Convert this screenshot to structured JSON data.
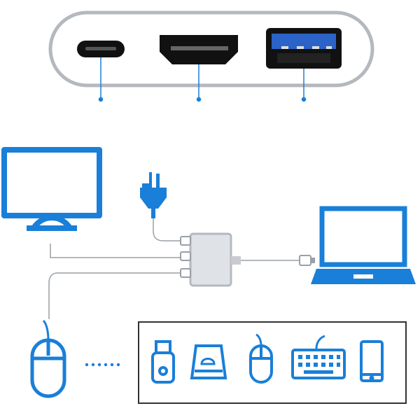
{
  "colors": {
    "accent_blue": "#1a7fd8",
    "hub_body": "#dfe3e8",
    "hub_outline": "#b4b9bf",
    "cable": "#9aa0a6",
    "port_black": "#111111",
    "usb_blue": "#2b63c8",
    "frame": "#333333"
  },
  "ports": [
    {
      "name": "usb-c-port",
      "icon": "usb-c-port-icon"
    },
    {
      "name": "hdmi-port",
      "icon": "hdmi-port-icon"
    },
    {
      "name": "usb-a-port",
      "icon": "usb-a-port-icon"
    }
  ],
  "connected_devices": [
    {
      "name": "monitor",
      "icon": "monitor-icon"
    },
    {
      "name": "power-plug",
      "icon": "power-plug-icon"
    },
    {
      "name": "laptop",
      "icon": "laptop-icon"
    },
    {
      "name": "mouse",
      "icon": "mouse-icon"
    }
  ],
  "usb_peripherals": [
    {
      "name": "usb-flash-drive",
      "icon": "usb-flash-drive-icon"
    },
    {
      "name": "external-hard-drive",
      "icon": "hard-drive-icon"
    },
    {
      "name": "mouse",
      "icon": "mouse-icon"
    },
    {
      "name": "keyboard",
      "icon": "keyboard-icon"
    },
    {
      "name": "phone",
      "icon": "phone-icon"
    }
  ]
}
